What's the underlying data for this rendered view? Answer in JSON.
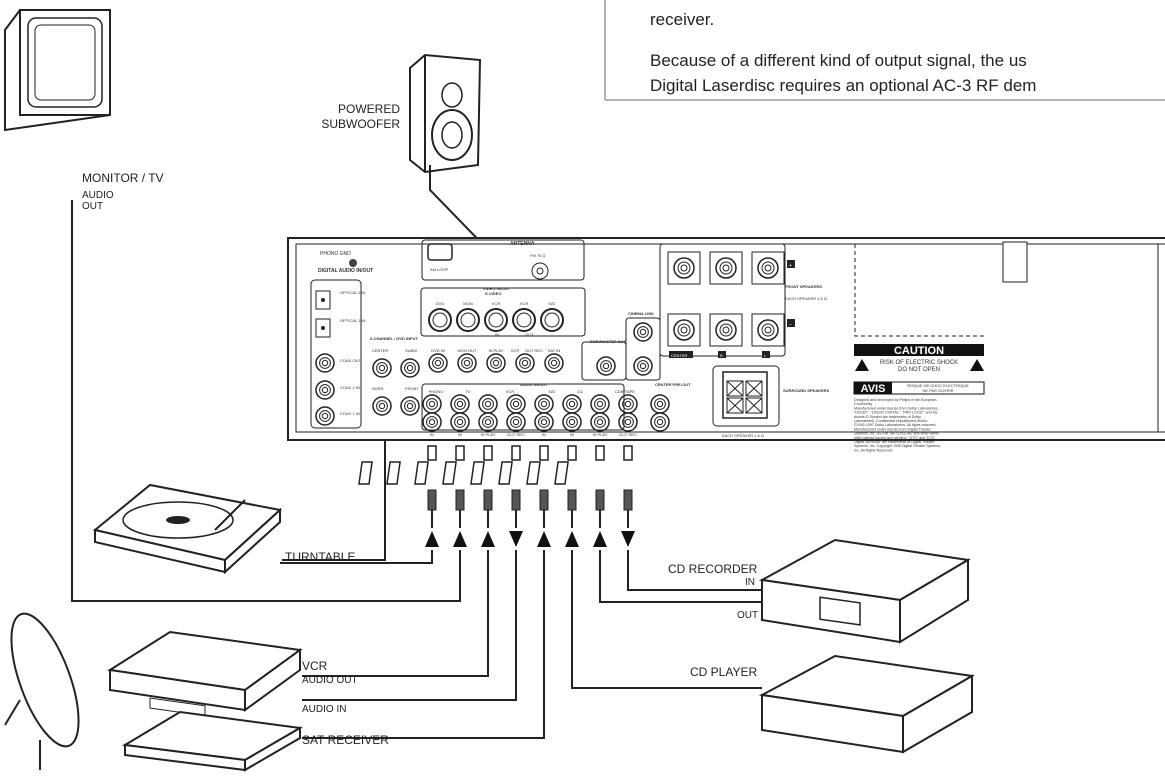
{
  "text_box": {
    "line1": "receiver.",
    "line2": "Because of a different kind of output signal, the us",
    "line3": "Digital Laserdisc requires an optional AC-3 RF dem"
  },
  "devices": {
    "tv": {
      "label": "MONITOR / TV",
      "sub1": "AUDIO",
      "sub2": "OUT"
    },
    "subwoofer": {
      "label1": "POWERED",
      "label2": "SUBWOOFER"
    },
    "turntable": {
      "label": "TURNTABLE"
    },
    "vcr": {
      "label": "VCR",
      "out": "AUDIO OUT",
      "in": "AUDIO IN"
    },
    "sat": {
      "label": "SAT RECEIVER"
    },
    "cd_recorder": {
      "label": "CD RECORDER",
      "in": "IN",
      "out": "OUT"
    },
    "cd_player": {
      "label": "CD PLAYER"
    }
  },
  "receiver": {
    "phono_gnd": "PHONO GND",
    "digital": "DIGITAL AUDIO IN/OUT",
    "optical2": "OPTICAL 2 IN",
    "optical1": "OPTICAL 1 IN",
    "coax_out": "COAX OUT",
    "coax2": "COAX 2 IN",
    "coax1": "COAX 1 IN",
    "antenna": "ANTENNA",
    "am_loop": "AM LOOP",
    "fm": "FM 75 Ω",
    "video_inout": "VIDEO IN/OUT",
    "svideo": "S-VIDEO",
    "svideo_labels": [
      "DVD",
      "MON",
      "VCR",
      "VCR",
      "SAT"
    ],
    "svideo_in": "IN",
    "svideo_out": "OUT",
    "video_labels": [
      "DVD IN",
      "MON OUT",
      "IN PLAY",
      "VCR",
      "OUT REC",
      "SAT IN"
    ],
    "six_channel": "6-CHANNEL / DVD INPUT",
    "center": "CENTER",
    "subw": "SUBW",
    "surr": "SURR",
    "front": "FRONT",
    "subwoofer_out": "SUBWOOFER OUT",
    "cinema_link": "CINEMA LINK",
    "audio_inout": "AUDIO IN/OUT",
    "audio_labels": [
      "PHONO",
      "TV",
      "VCR",
      "SAT",
      "CD",
      "CDR/TAPE"
    ],
    "audio_bottom": [
      "IN",
      "IN",
      "IN PLAY",
      "OUT REC",
      "IN",
      "IN",
      "IN PLAY",
      "OUT REC"
    ],
    "center_preout": "CENTER PRE-OUT",
    "front_speakers": "FRONT SPEAKERS",
    "each_speaker": "EACH SPEAKER ≥ 6 Ω",
    "spk_center": "CENTER",
    "spk_r": "R",
    "spk_l": "L",
    "surround_speakers": "SURROUND SPEAKERS",
    "plus": "+",
    "minus": "−",
    "caution": "CAUTION",
    "risk1": "RISK OF ELECTRIC SHOCK",
    "risk2": "DO NOT OPEN",
    "avis": "AVIS",
    "risque1": "RISQUE DE CHOC ELECTRIQUE",
    "risque2": "NE PAS OUVRIR",
    "legal": [
      "Designed and developed by Philips in the European",
      "Community.",
      "Manufactured under license from Dolby Laboratories.",
      "\"DOLBY\", \"DOLBY DIGITAL\", \"PRO LOGIC\" and the",
      "double-D Symbol are trademarks of Dolby",
      "Laboratories. Confidential Unpublished Works.",
      "©1992-1997 Dolby Laboratories. All rights reserved.",
      "Manufactured under license from Digital Theater",
      "Systems, Inc. US Pat. No. 5,451,942 and other world-",
      "wide patents issued and pending. \"DTS\" and \"DTS",
      "Digital Surround\" are trademarks of Digital Theater",
      "Systems, Inc. Copyright 1996 Digital Theater Systems,",
      "Inc. All Rights Reserved."
    ]
  },
  "cable_directions": [
    "up",
    "up",
    "up",
    "down",
    "up",
    "up",
    "up",
    "down"
  ]
}
